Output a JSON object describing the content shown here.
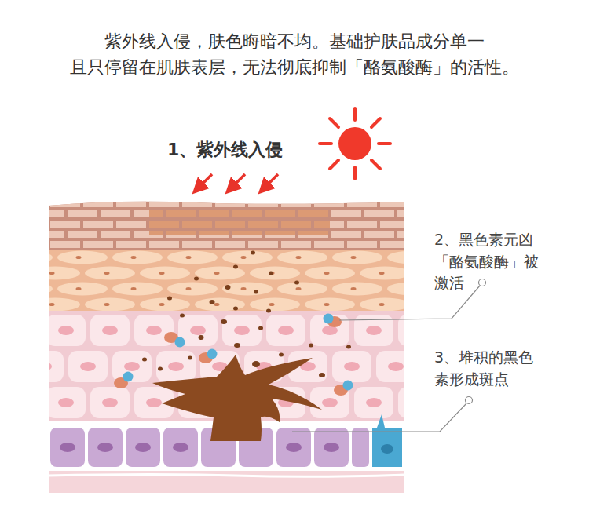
{
  "diagram": {
    "title": "紫外线入侵，肤色晦暗不均。基础护肤品成分单一 且只停留在肌肤表层，无法彻底抑制「酪氨酸酶」的活性。",
    "labels": [
      "1、紫外线入侵",
      "2、黑色素元凶 「酪氨酸酶」被 激活",
      "3、堆积的黑色 素形成斑点"
    ]
  }
}
